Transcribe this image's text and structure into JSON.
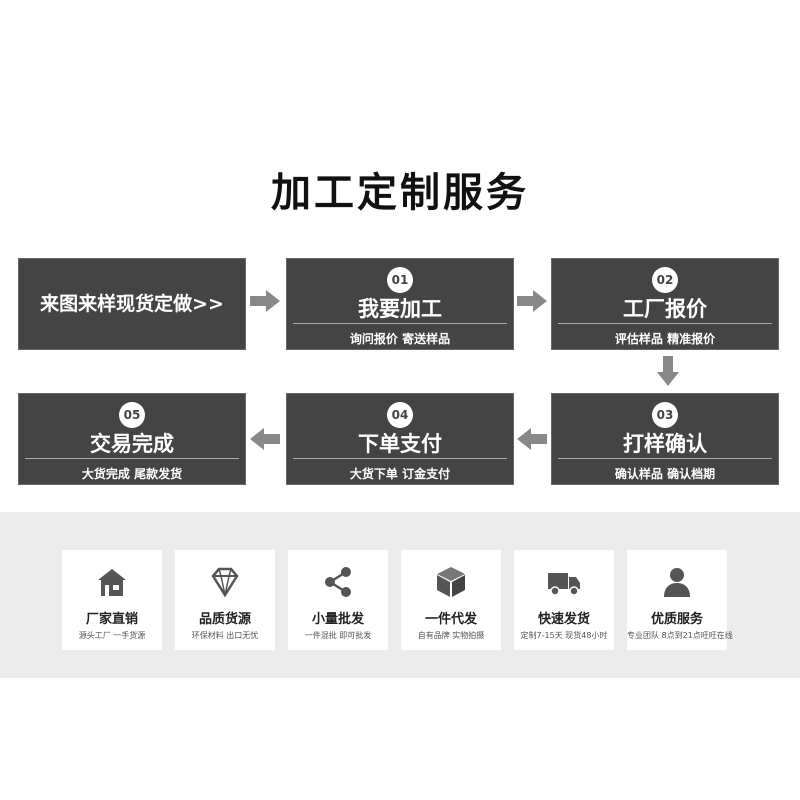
{
  "title": "加工定制服务",
  "steps": {
    "start": {
      "label": "来图来样现货定做>>"
    },
    "s1": {
      "num": "01",
      "title": "我要加工",
      "sub": "询问报价 寄送样品"
    },
    "s2": {
      "num": "02",
      "title": "工厂报价",
      "sub": "评估样品 精准报价"
    },
    "s3": {
      "num": "03",
      "title": "打样确认",
      "sub": "确认样品 确认档期"
    },
    "s4": {
      "num": "04",
      "title": "下单支付",
      "sub": "大货下单 订金支付"
    },
    "s5": {
      "num": "05",
      "title": "交易完成",
      "sub": "大货完成 尾款发货"
    }
  },
  "features": [
    {
      "icon": "factory-icon",
      "title": "厂家直销",
      "sub": "源头工厂 一手货源"
    },
    {
      "icon": "diamond-icon",
      "title": "品质货源",
      "sub": "环保材料 出口无忧"
    },
    {
      "icon": "share-icon",
      "title": "小量批发",
      "sub": "一件混批 即可批发"
    },
    {
      "icon": "box-icon",
      "title": "一件代发",
      "sub": "自有品牌 实物拍摄"
    },
    {
      "icon": "truck-icon",
      "title": "快速发货",
      "sub": "定制7-15天 现货48小时"
    },
    {
      "icon": "user-icon",
      "title": "优质服务",
      "sub": "专业团队 8点到21点旺旺在线"
    }
  ],
  "colors": {
    "box": "#444444",
    "arrow": "#888888",
    "band": "#ececec"
  }
}
